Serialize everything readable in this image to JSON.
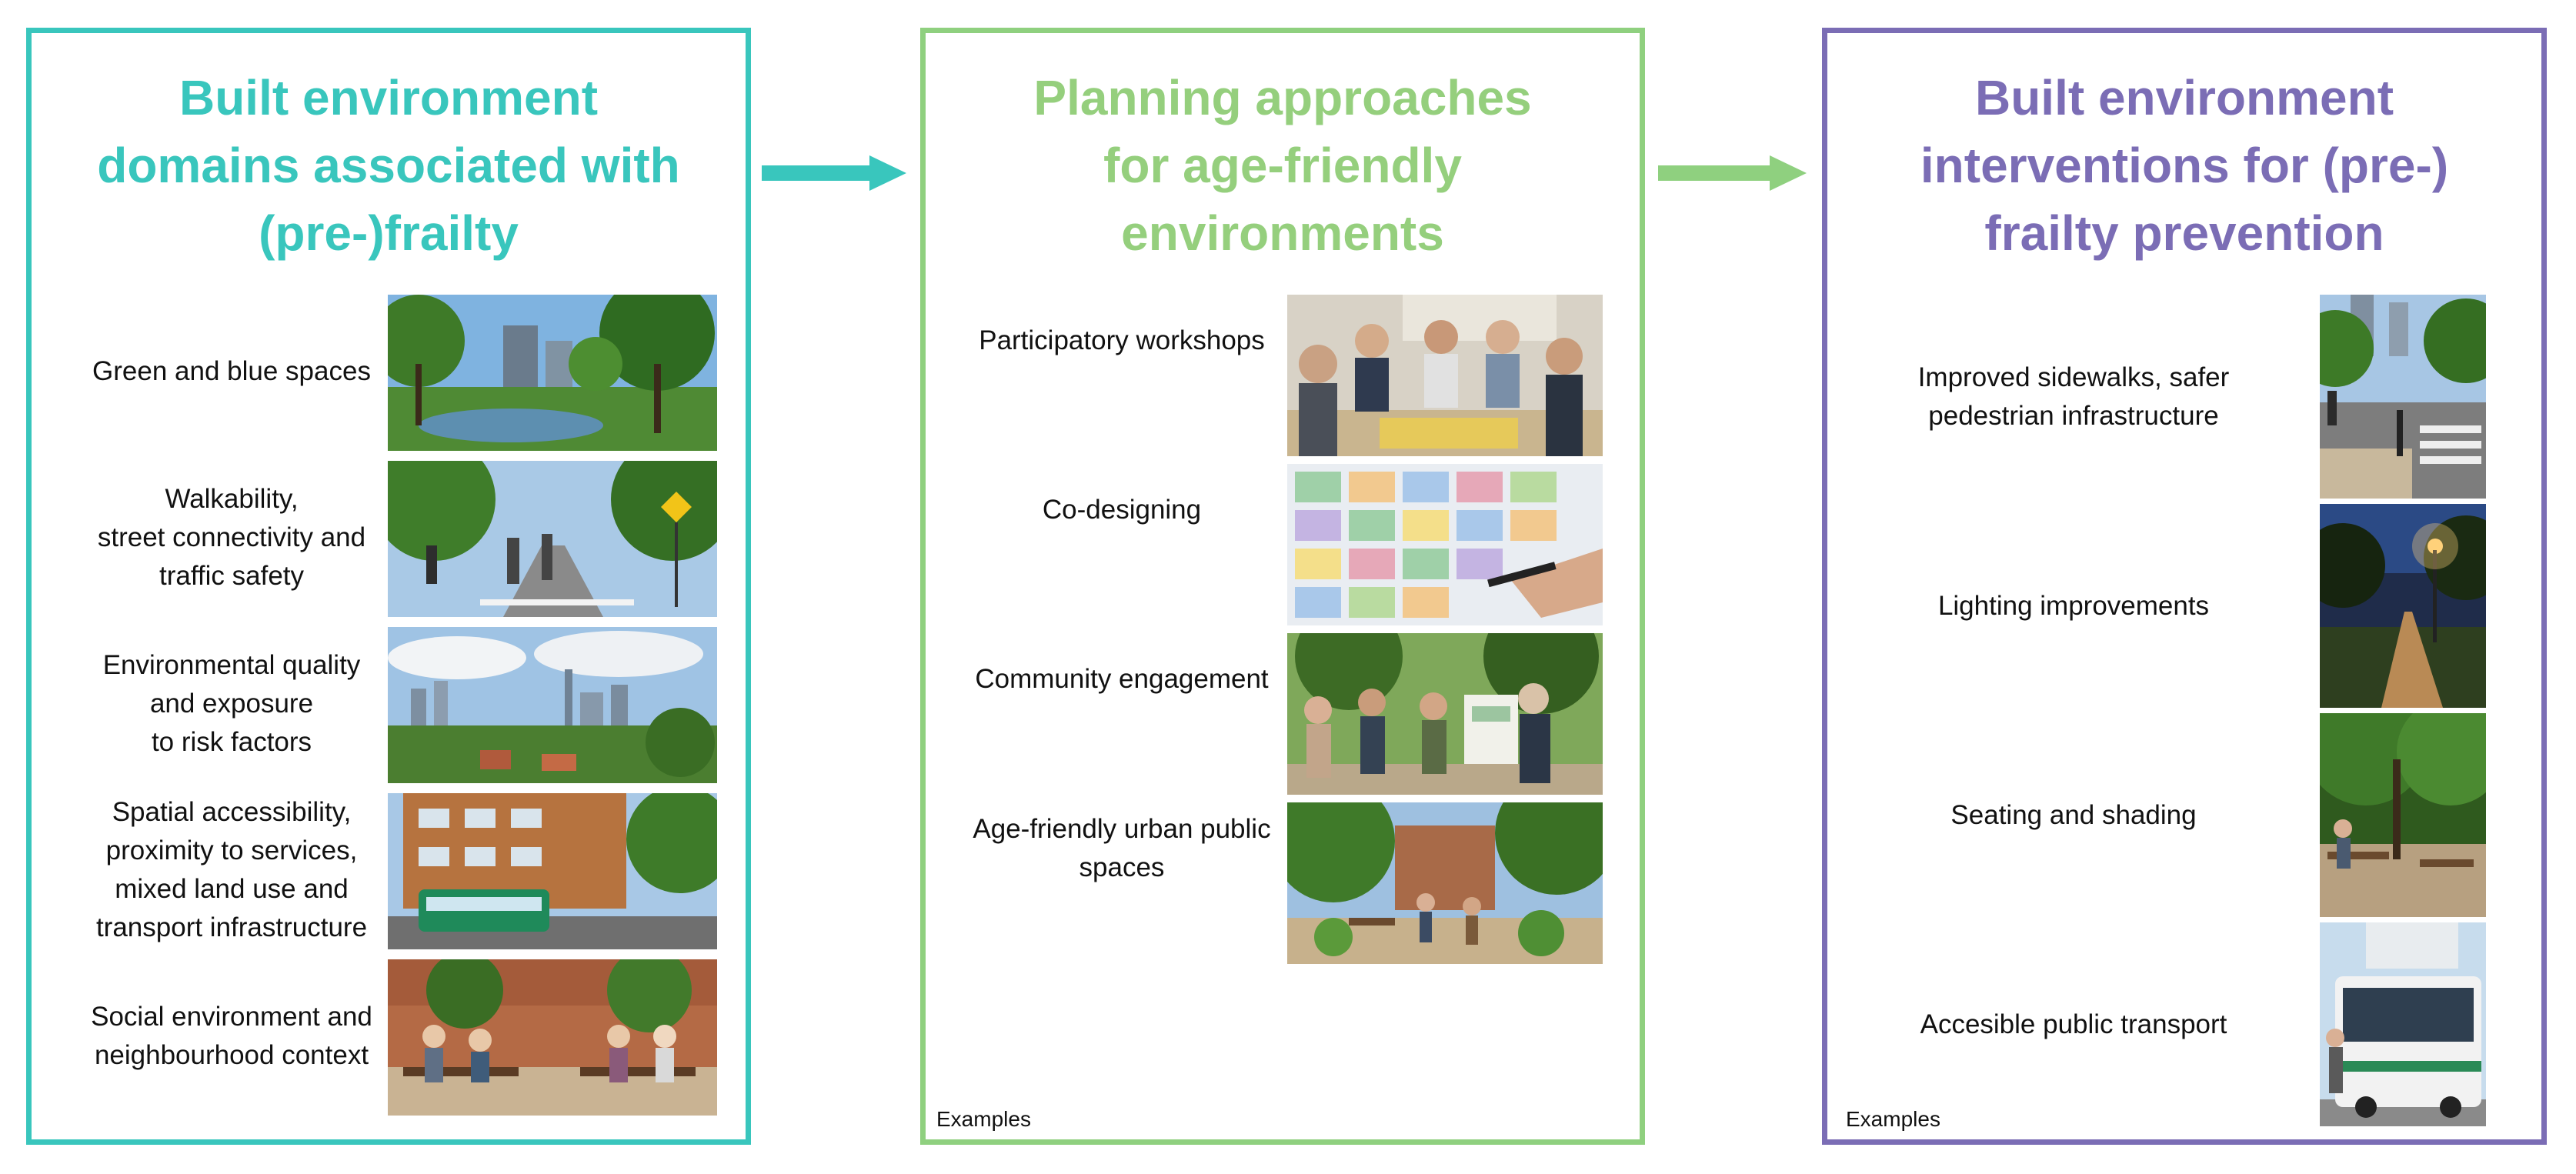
{
  "panels": [
    {
      "title_lines": [
        "Built environment",
        "domains associated with",
        "(pre-)frailty"
      ],
      "color": "#39c6bd",
      "items": [
        {
          "label": "Green and blue spaces",
          "image": "park-with-pond-photo"
        },
        {
          "label": "Walkability,\nstreet connectivity and\ntraffic safety",
          "image": "street-crossing-photo"
        },
        {
          "label": "Environmental quality\nand exposure\nto risk factors",
          "image": "city-skyline-photo"
        },
        {
          "label": "Spatial accessibility,\nproximity to services,\nmixed land use and\ntransport infrastructure",
          "image": "bus-street-photo"
        },
        {
          "label": "Social environment and\nneighbourhood context",
          "image": "seniors-on-benches-photo"
        }
      ]
    },
    {
      "title_lines": [
        "Planning approaches",
        "for age-friendly",
        "environments"
      ],
      "color": "#95cf7d",
      "footer": "Examples",
      "items": [
        {
          "label": "Participatory workshops",
          "image": "workshop-table-photo"
        },
        {
          "label": "Co-designing",
          "image": "map-drawing-photo"
        },
        {
          "label": "Community engagement",
          "image": "community-meeting-photo"
        },
        {
          "label": "Age-friendly urban public\nspaces",
          "image": "public-plaza-photo"
        }
      ]
    },
    {
      "title_lines": [
        "Built environment",
        "interventions for (pre-)",
        "frailty prevention"
      ],
      "color": "#7b6db5",
      "footer": "Examples",
      "items": [
        {
          "label": "Improved sidewalks, safer\npedestrian infrastructure",
          "image": "crosswalk-photo"
        },
        {
          "label": "Lighting improvements",
          "image": "night-path-lights-photo"
        },
        {
          "label": "Seating and shading",
          "image": "shaded-bench-photo"
        },
        {
          "label": "Accesible public transport",
          "image": "low-floor-bus-photo"
        }
      ]
    }
  ],
  "arrows": [
    {
      "from": "panel-domains",
      "to": "panel-planning",
      "color": "#39c6bd"
    },
    {
      "from": "panel-planning",
      "to": "panel-interventions",
      "color": "#8fd07f"
    }
  ]
}
